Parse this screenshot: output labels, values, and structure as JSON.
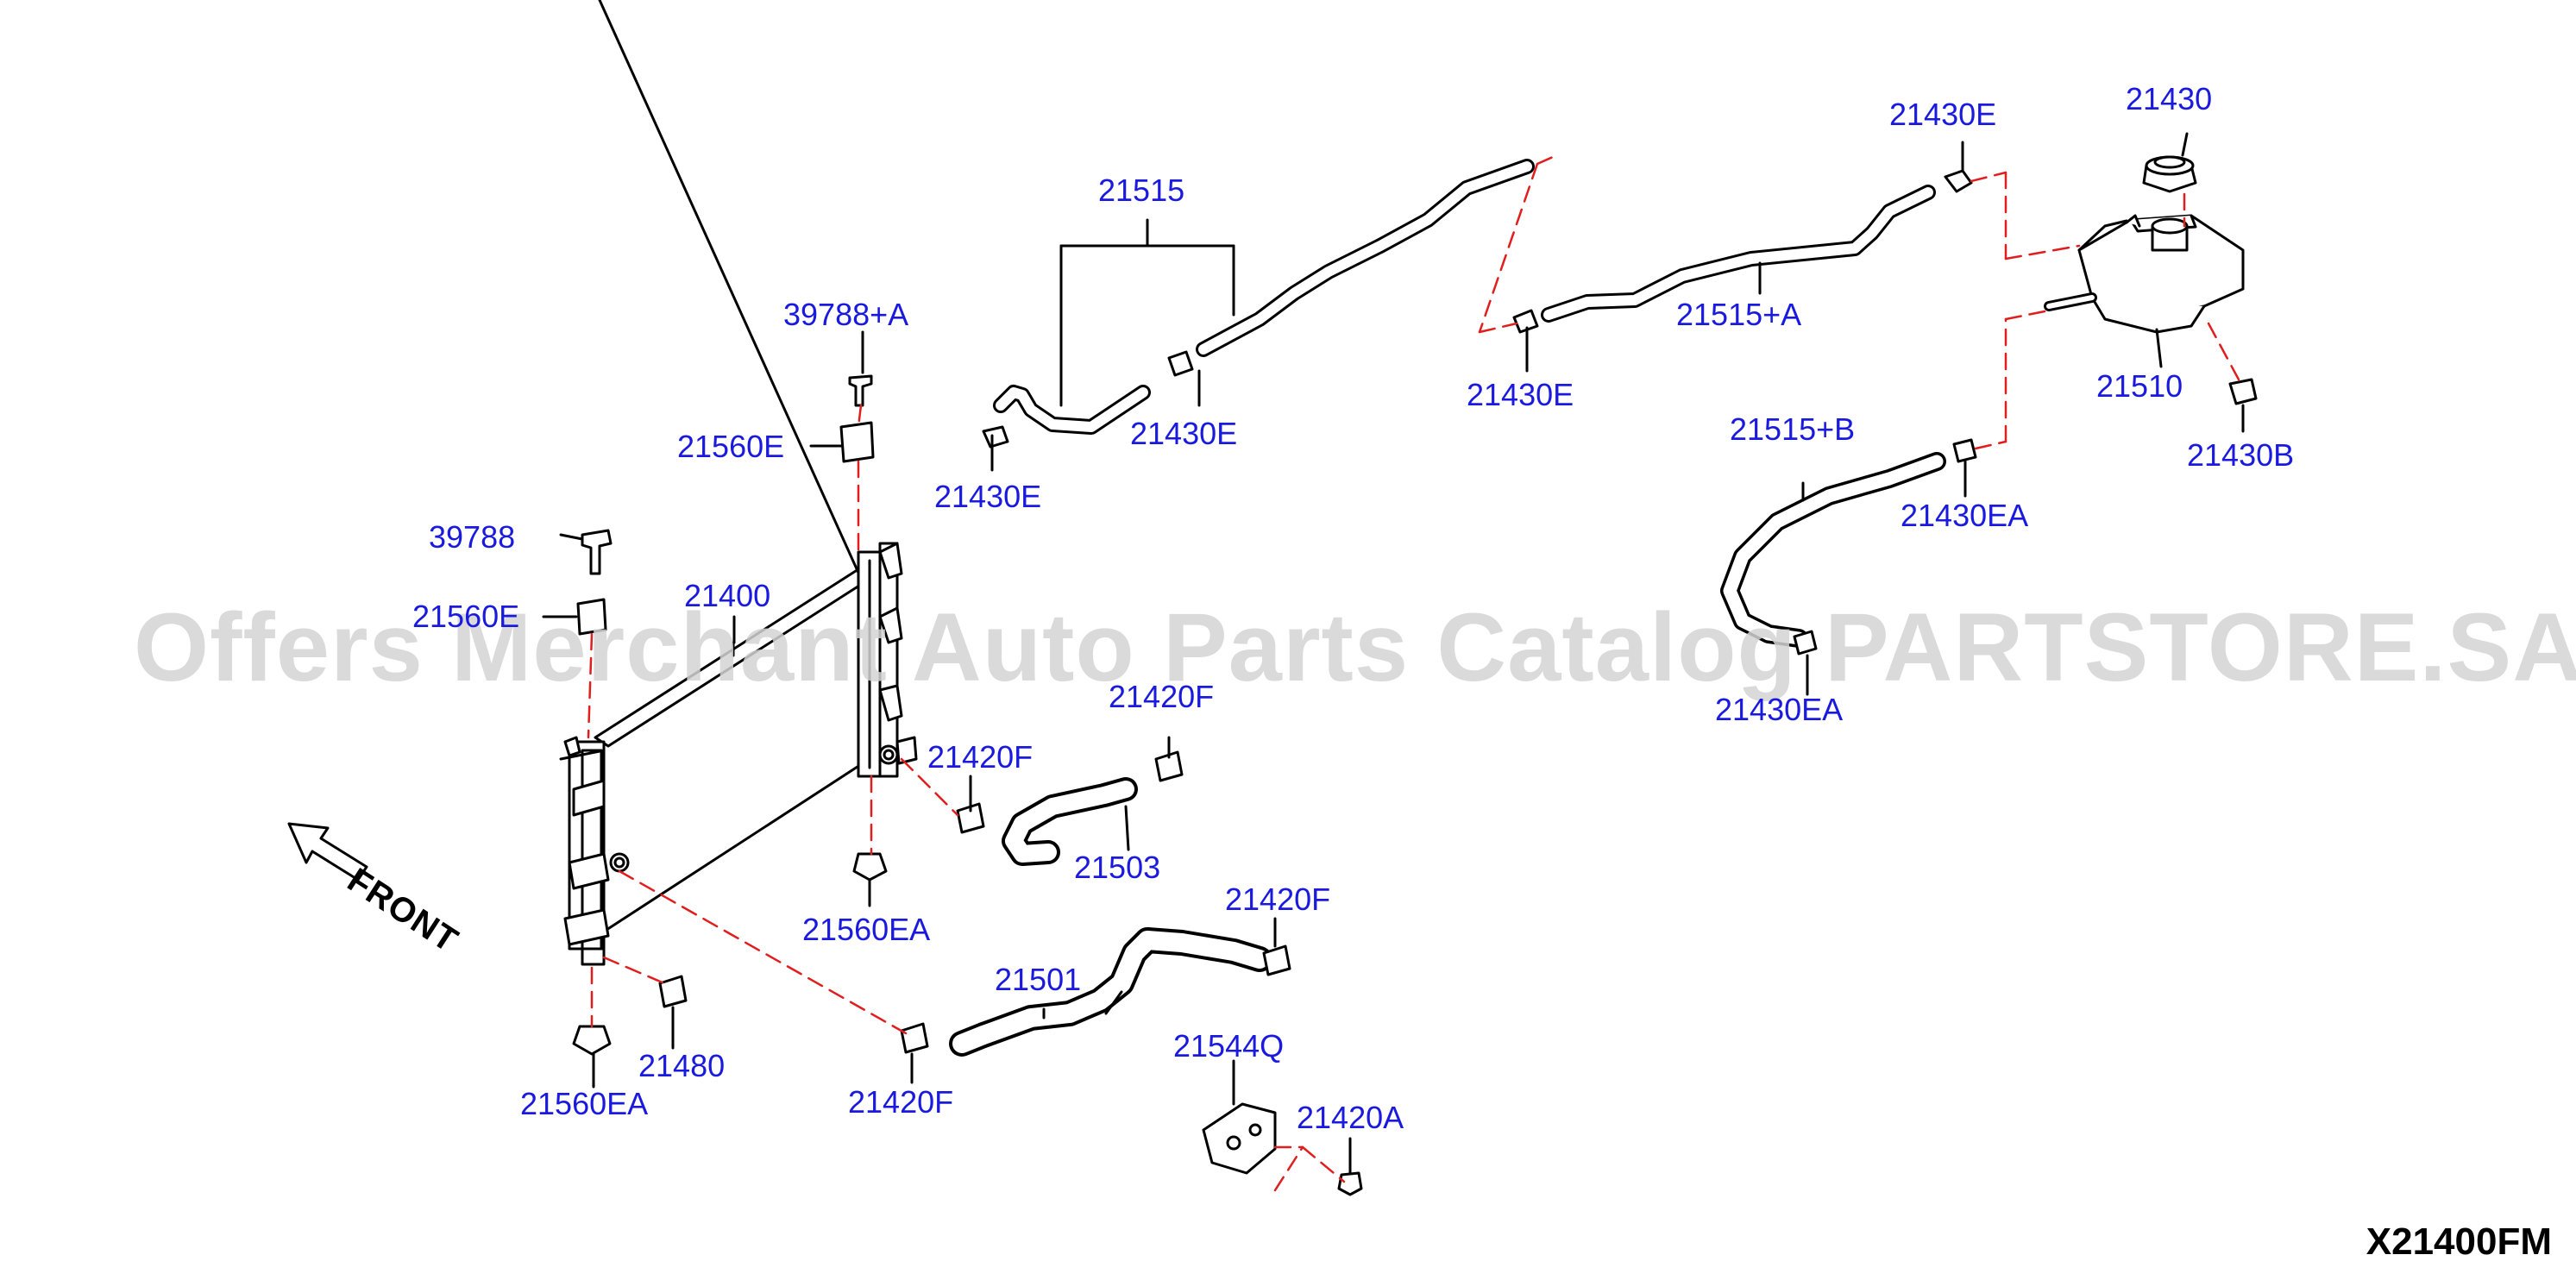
{
  "watermark": "Offers Merchant Auto Parts Catalog PARTSTORE.SA",
  "diagram_code": "X21400FM",
  "front_label": "FRONT",
  "colors": {
    "label": "#1a1adf",
    "leader": "#e01e1e",
    "line": "#000000",
    "watermark": "#d4d4d4"
  },
  "labels": {
    "p21515": "21515",
    "p39788A": "39788+A",
    "p21560E_top": "21560E",
    "p39788": "39788",
    "p21560E_mid": "21560E",
    "p21400": "21400",
    "p21430E_a": "21430E",
    "p21430E_b": "21430E",
    "p21430E_c": "21430E",
    "p21430E_d": "21430E",
    "p21515A": "21515+A",
    "p21430": "21430",
    "p21510": "21510",
    "p21430B": "21430B",
    "p21515B": "21515+B",
    "p21430EA_a": "21430EA",
    "p21430EA_b": "21430EA",
    "p21420F_a": "21420F",
    "p21420F_b": "21420F",
    "p21503": "21503",
    "p21560EA_a": "21560EA",
    "p21420F_c": "21420F",
    "p21501": "21501",
    "p21480": "21480",
    "p21560EA_b": "21560EA",
    "p21420F_d": "21420F",
    "p21544Q": "21544Q",
    "p21420A": "21420A"
  }
}
